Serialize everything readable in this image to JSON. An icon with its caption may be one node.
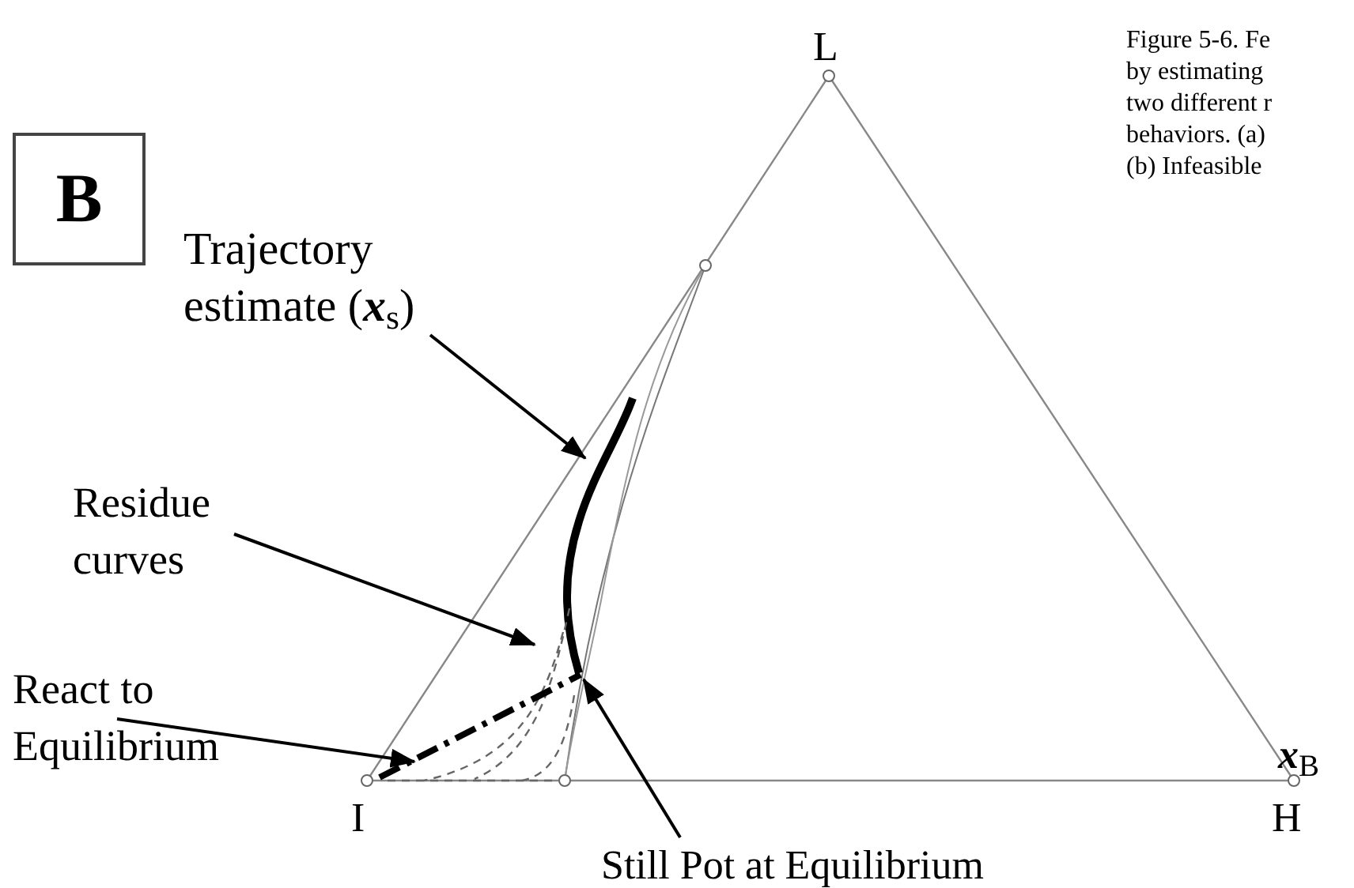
{
  "diagram": {
    "nodes": [
      {
        "text": [
          "B"
        ]
      },
      {
        "text": [
          "Trajectory estimate (**x**$_{s}$)"
        ]
      },
      {
        "text": [],
        "shape": "curve"
      },
      {
        "text": [
          "Residue curves"
        ]
      },
      {
        "text": [],
        "shape": "curve"
      },
      {
        "text": [
          "React to Equilibrium"
        ]
      },
      {
        "text": [],
        "shape": "line"
      },
      {
        "text": [
          "Still Pot at Equilibrium"
        ]
      }
    ],
    "edges": [
      {
        "from": 1,
        "to": 2,
        "arrow": "to"
      },
      {
        "from": 3,
        "to": 4,
        "arrow": "to"
      },
      {
        "from": 5,
        "to": 6,
        "arrow": "to"
      },
      {
        "from": 7,
        "to": 2,
        "arrow": "to"
      }
    ],
    "labels": [
      "Figure 5-6. Fe",
      "by estimating",
      "two different r",
      "behaviors. (a)",
      "(b) Infeasible",
      "L",
      "**x**$_{B}$",
      "I",
      "H"
    ]
  }
}
